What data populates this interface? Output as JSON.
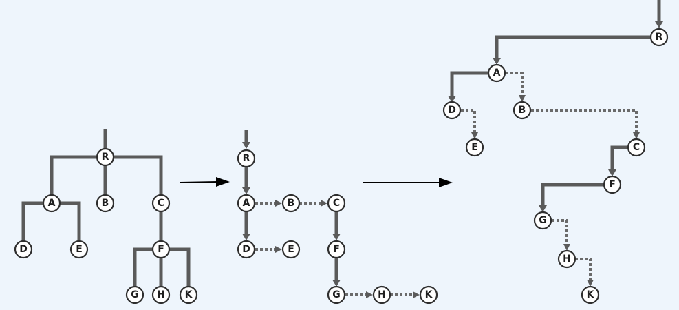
{
  "diagram": {
    "node_labels": {
      "R": "R",
      "A": "A",
      "B": "B",
      "C": "C",
      "D": "D",
      "E": "E",
      "F": "F",
      "G": "G",
      "H": "H",
      "K": "K"
    },
    "tree": {
      "root": "R",
      "children": {
        "R": [
          "A",
          "B",
          "C"
        ],
        "A": [
          "D",
          "E"
        ],
        "C": [
          "F"
        ],
        "F": [
          "G",
          "H",
          "K"
        ]
      }
    },
    "child_sibling_tree": {
      "first_child": [
        [
          "R",
          "A"
        ],
        [
          "A",
          "D"
        ],
        [
          "C",
          "F"
        ],
        [
          "F",
          "G"
        ]
      ],
      "next_sibling": [
        [
          "A",
          "B"
        ],
        [
          "B",
          "C"
        ],
        [
          "D",
          "E"
        ],
        [
          "G",
          "H"
        ],
        [
          "H",
          "K"
        ]
      ]
    },
    "binary_tree": {
      "left_child": [
        [
          "R",
          "A"
        ],
        [
          "A",
          "D"
        ],
        [
          "C",
          "F"
        ],
        [
          "F",
          "G"
        ]
      ],
      "right_child": [
        [
          "A",
          "B"
        ],
        [
          "B",
          "C"
        ],
        [
          "D",
          "E"
        ],
        [
          "G",
          "H"
        ],
        [
          "H",
          "K"
        ]
      ]
    },
    "steps": [
      "tree",
      "child_sibling_tree",
      "binary_tree"
    ]
  }
}
